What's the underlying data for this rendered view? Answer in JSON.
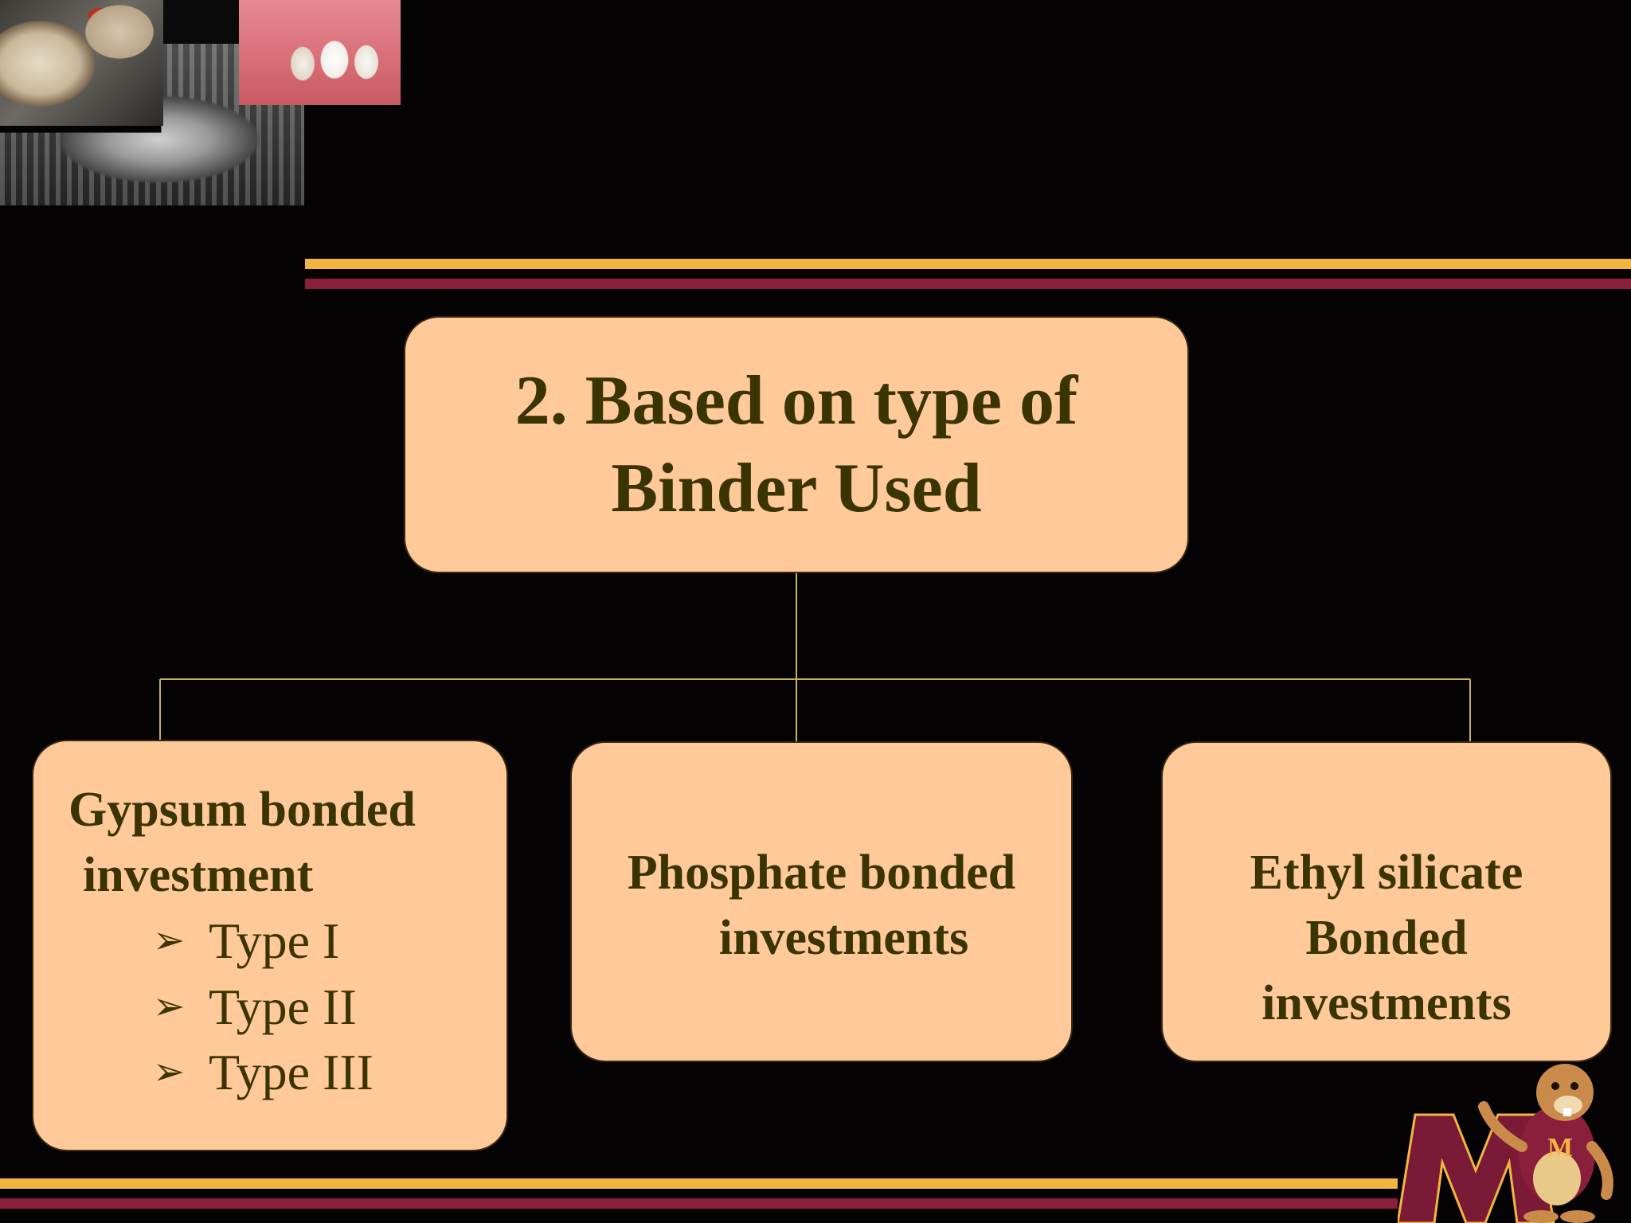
{
  "diagram": {
    "root": {
      "lines": [
        "2. Based on type of",
        "Binder Used"
      ]
    },
    "children": [
      {
        "title_lines": [
          "Gypsum bonded",
          "investment"
        ],
        "items": [
          "Type I",
          "Type II",
          "Type III"
        ],
        "bullet_icon": "arrowhead-bullet-icon"
      },
      {
        "title_lines": [
          "Phosphate bonded",
          "investments"
        ]
      },
      {
        "title_lines": [
          "Ethyl silicate",
          "Bonded",
          "investments"
        ]
      }
    ]
  },
  "decorations": {
    "collage_icon": "dental-photo-collage",
    "mascot_icon": "gopher-mascot-logo",
    "mascot_letter": "M"
  },
  "colors": {
    "background": "#050304",
    "box_fill": "#ffc99a",
    "box_text": "#3a3400",
    "connector": "#c8b060",
    "stripe_gold": "#f2b640",
    "stripe_maroon": "#8a1f3c"
  }
}
